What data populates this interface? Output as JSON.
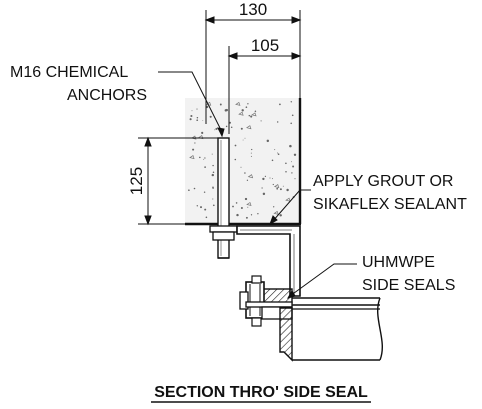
{
  "dimensions": {
    "overall_width": "130",
    "inner_width": "105",
    "anchor_height": "125"
  },
  "labels": {
    "anchors_line1": "M16 CHEMICAL",
    "anchors_line2": "ANCHORS",
    "grout_line1": "APPLY GROUT OR",
    "grout_line2": "SIKAFLEX SEALANT",
    "seals_line1": "UHMWPE",
    "seals_line2": "SIDE SEALS"
  },
  "title": "SECTION THRO' SIDE SEAL"
}
